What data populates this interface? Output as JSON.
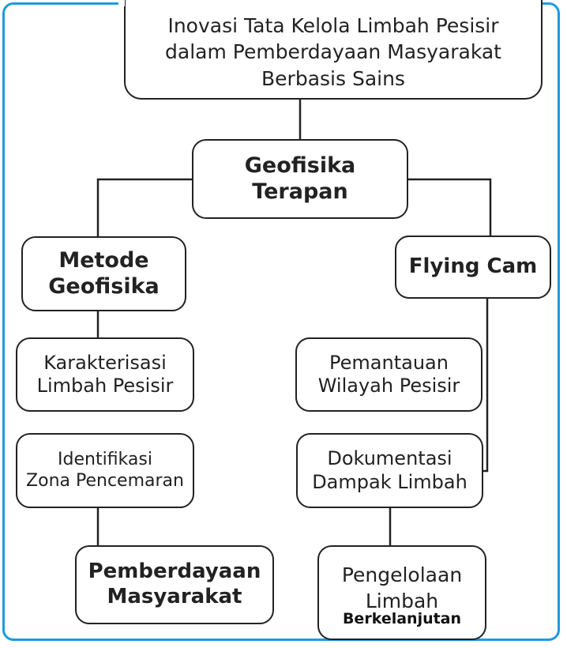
{
  "diagram": {
    "colors": {
      "frame": "#1a9be0",
      "stroke": "#222222",
      "text": "#222222"
    },
    "root": "Inovasi Tata Kelola Limbah Pesisir\ndalam Pemberdayaan Masyarakat\nBerbasis Sains",
    "geofisika": "Geofisika\nTerapan",
    "metode": "Metode\nGeofisika",
    "flying_cam": "Flying Cam",
    "karakterisasi": "Karakterisasi\nLimbah Pesisir",
    "pemantauan": "Pemantauan\nWilayah Pesisir",
    "identifikasi": "Identifikasi\nZona Pencemaran",
    "dokumentasi": "Dokumentasi\nDampak Limbah",
    "pemberdayaan": "Pemberdayaan\nMasyarakat",
    "pengelolaan": "Pengelolaan\nLimbah",
    "pengelolaan_sub": "Berkelanjutan"
  }
}
